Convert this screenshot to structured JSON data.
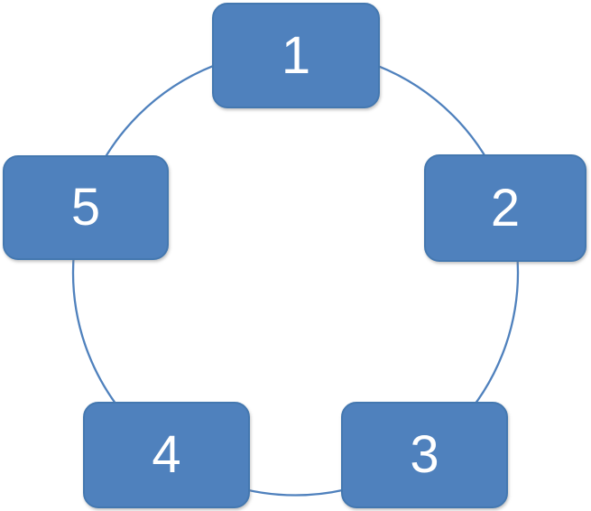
{
  "diagram": {
    "type": "cycle",
    "title": "",
    "nodes": [
      {
        "id": 1,
        "label": "1"
      },
      {
        "id": 2,
        "label": "2"
      },
      {
        "id": 3,
        "label": "3"
      },
      {
        "id": 4,
        "label": "4"
      },
      {
        "id": 5,
        "label": "5"
      }
    ],
    "connector": {
      "shape": "circle",
      "style": "thin-solid"
    },
    "colors": {
      "node_fill": "#4F81BD",
      "node_border": "#4478B0",
      "connector_stroke": "#4F81BD",
      "label_text": "#FFFFFF",
      "background": "#FFFFFF"
    }
  }
}
